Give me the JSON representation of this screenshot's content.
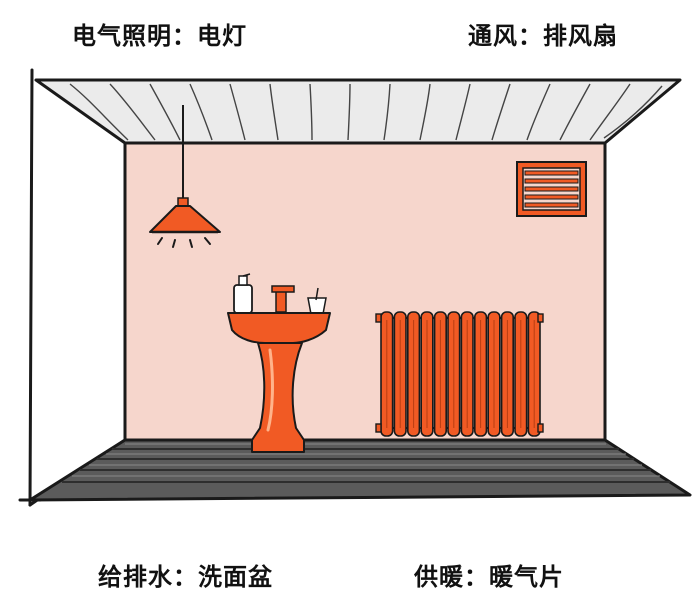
{
  "labels": {
    "lighting": "电气照明：电灯",
    "ventilation": "通风：排风扇",
    "drainage": "给排水：洗面盆",
    "heating": "供暖：暖气片"
  },
  "colors": {
    "wall": "#f6d6cc",
    "ceiling": "#eaeaea",
    "floor": "#5b5b5b",
    "fixture_orange": "#f15a24",
    "outline": "#1a1a1a"
  },
  "icons": [
    "pendant-lamp-icon",
    "exhaust-fan-icon",
    "washbasin-icon",
    "radiator-icon"
  ]
}
